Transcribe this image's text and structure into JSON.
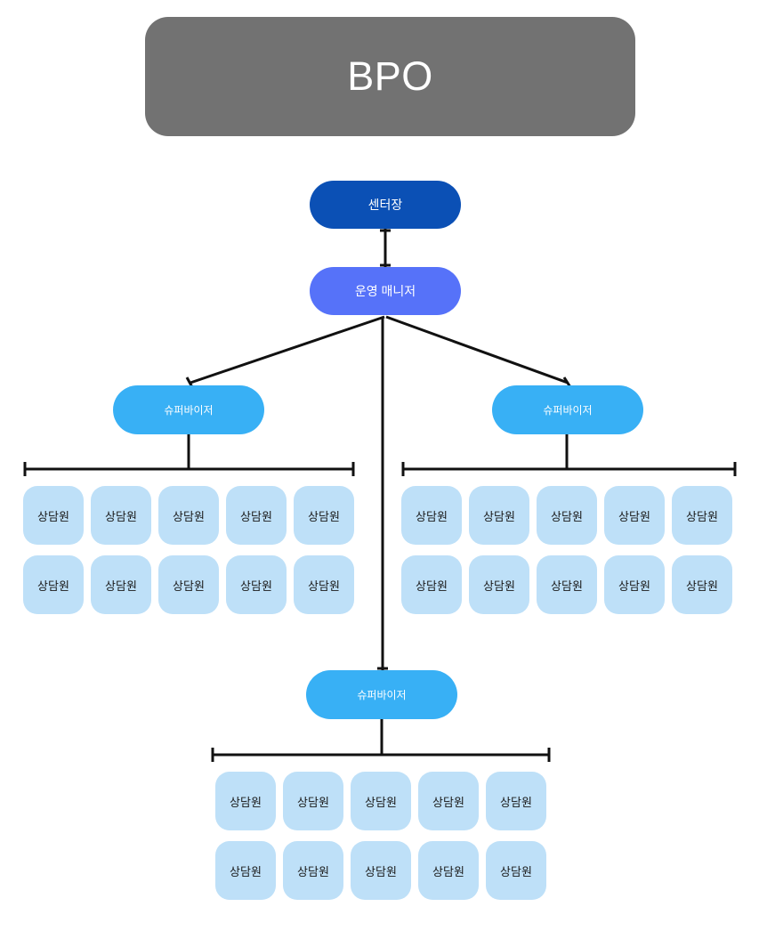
{
  "diagram": {
    "title": "BPO",
    "root": {
      "label": "BPO",
      "color": "#727272"
    },
    "director": {
      "label": "센터장",
      "color": "#0B50B5"
    },
    "manager": {
      "label": "운영 매니저",
      "color": "#5672F9"
    },
    "supervisor_label": "슈퍼바이저",
    "agent_label": "상담원",
    "supervisors": [
      {
        "id": "supervisor-left",
        "label": "슈퍼바이저",
        "color": "#38B0F5",
        "agents": [
          {
            "label": "상담원"
          },
          {
            "label": "상담원"
          },
          {
            "label": "상담원"
          },
          {
            "label": "상담원"
          },
          {
            "label": "상담원"
          },
          {
            "label": "상담원"
          },
          {
            "label": "상담원"
          },
          {
            "label": "상담원"
          },
          {
            "label": "상담원"
          },
          {
            "label": "상담원"
          }
        ]
      },
      {
        "id": "supervisor-right",
        "label": "슈퍼바이저",
        "color": "#38B0F5",
        "agents": [
          {
            "label": "상담원"
          },
          {
            "label": "상담원"
          },
          {
            "label": "상담원"
          },
          {
            "label": "상담원"
          },
          {
            "label": "상담원"
          },
          {
            "label": "상담원"
          },
          {
            "label": "상담원"
          },
          {
            "label": "상담원"
          },
          {
            "label": "상담원"
          },
          {
            "label": "상담원"
          }
        ]
      },
      {
        "id": "supervisor-bottom",
        "label": "슈퍼바이저",
        "color": "#38B0F5",
        "agents": [
          {
            "label": "상담원"
          },
          {
            "label": "상담원"
          },
          {
            "label": "상담원"
          },
          {
            "label": "상담원"
          },
          {
            "label": "상담원"
          },
          {
            "label": "상담원"
          },
          {
            "label": "상담원"
          },
          {
            "label": "상담원"
          },
          {
            "label": "상담원"
          },
          {
            "label": "상담원"
          }
        ]
      }
    ],
    "agent_color": "#BEE0F8",
    "connector_color": "#111111",
    "background": "#ffffff"
  }
}
